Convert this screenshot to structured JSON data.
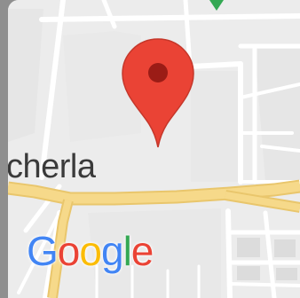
{
  "map": {
    "place_label": "cherla",
    "logo": {
      "text": "Google",
      "letters": [
        {
          "char": "G",
          "color": "#4285F4"
        },
        {
          "char": "o",
          "color": "#EA4335"
        },
        {
          "char": "o",
          "color": "#FBBC05"
        },
        {
          "char": "g",
          "color": "#4285F4"
        },
        {
          "char": "l",
          "color": "#34A853"
        },
        {
          "char": "e",
          "color": "#EA4335"
        }
      ]
    },
    "pin": {
      "icon": "location-pin-icon",
      "color": "#EA4335"
    },
    "colors": {
      "background": "#ececec",
      "road_major": "#f6d98a",
      "road_minor": "#ffffff",
      "block": "#e4e4e4"
    }
  }
}
